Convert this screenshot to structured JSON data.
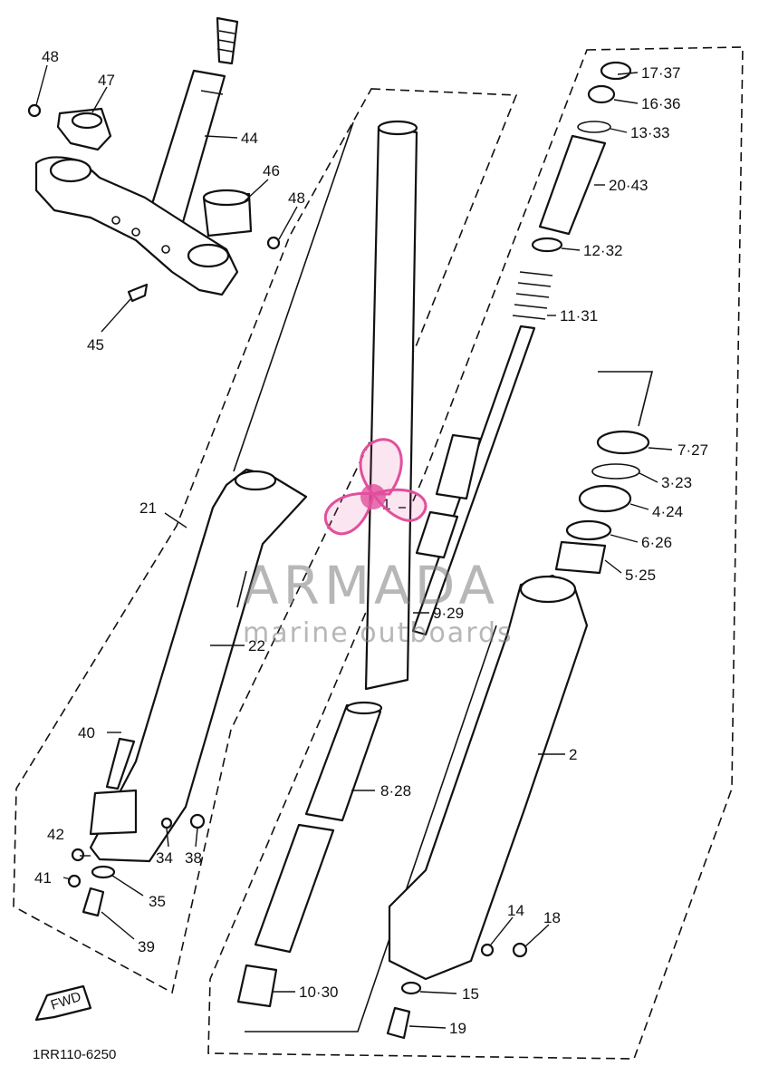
{
  "watermark": {
    "brand": "ARMADA",
    "tagline": "marine outboards",
    "logo_color": "#e24f9c",
    "text_color": "#7b7b7b"
  },
  "diagram_code": "1RR110-6250",
  "fwd_label": "FWD",
  "callouts": [
    {
      "id": "c48a",
      "text": "48"
    },
    {
      "id": "c47",
      "text": "47"
    },
    {
      "id": "c44",
      "text": "44"
    },
    {
      "id": "c46",
      "text": "46"
    },
    {
      "id": "c48b",
      "text": "48"
    },
    {
      "id": "c45",
      "text": "45"
    },
    {
      "id": "c21",
      "text": "21"
    },
    {
      "id": "c22",
      "text": "22"
    },
    {
      "id": "c1",
      "text": "1"
    },
    {
      "id": "c40",
      "text": "40"
    },
    {
      "id": "c42",
      "text": "42"
    },
    {
      "id": "c34",
      "text": "34"
    },
    {
      "id": "c38",
      "text": "38"
    },
    {
      "id": "c41",
      "text": "41"
    },
    {
      "id": "c35",
      "text": "35"
    },
    {
      "id": "c39",
      "text": "39"
    },
    {
      "id": "c17",
      "text": "17·37"
    },
    {
      "id": "c16",
      "text": "16·36"
    },
    {
      "id": "c13",
      "text": "13·33"
    },
    {
      "id": "c20",
      "text": "20·43"
    },
    {
      "id": "c12",
      "text": "12·32"
    },
    {
      "id": "c11",
      "text": "11·31"
    },
    {
      "id": "c7",
      "text": "7·27"
    },
    {
      "id": "c3",
      "text": "3·23"
    },
    {
      "id": "c4",
      "text": "4·24"
    },
    {
      "id": "c6",
      "text": "6·26"
    },
    {
      "id": "c5",
      "text": "5·25"
    },
    {
      "id": "c9",
      "text": "9·29"
    },
    {
      "id": "c2",
      "text": "2"
    },
    {
      "id": "c8",
      "text": "8·28"
    },
    {
      "id": "c14",
      "text": "14"
    },
    {
      "id": "c18",
      "text": "18"
    },
    {
      "id": "c10",
      "text": "10·30"
    },
    {
      "id": "c15",
      "text": "15"
    },
    {
      "id": "c19",
      "text": "19"
    }
  ]
}
